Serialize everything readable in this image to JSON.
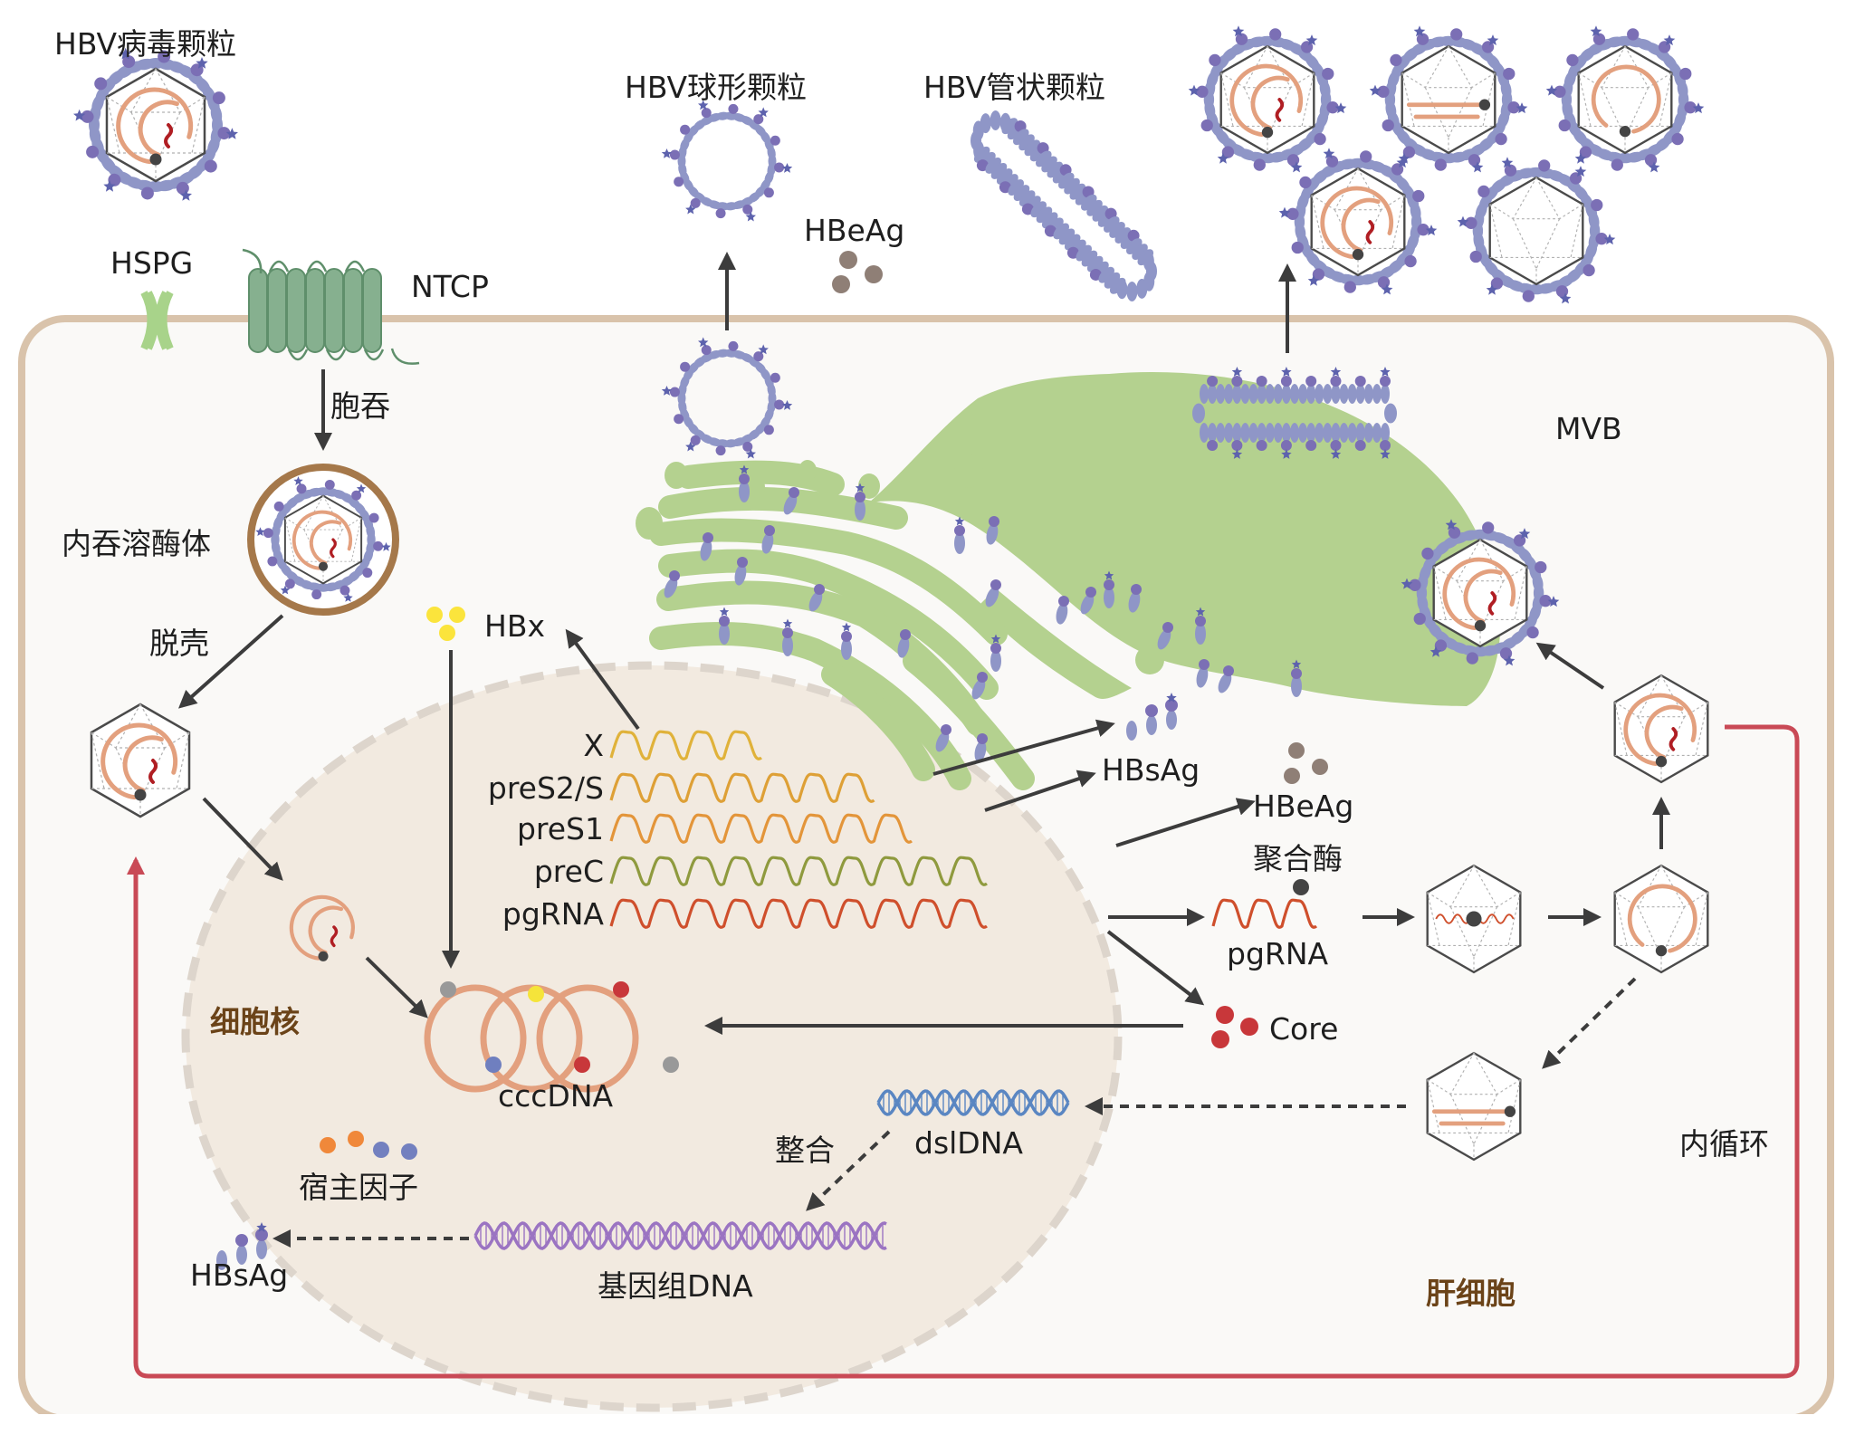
{
  "title": "HBV life cycle in hepatocyte",
  "colors": {
    "cell_membrane": "#d9c3ab",
    "cell_fill": "#faf9f7",
    "nucleus_fill": "#f2eae0",
    "nucleus_border": "#ddd5cc",
    "golgi": "#b4d18f",
    "envelope_protein": "#8f96c7",
    "envelope_protein_dark": "#7b6fb5",
    "capsid_line": "#4a4a4a",
    "rcDNA": "#e3a07e",
    "ntcp": "#86b08f",
    "hspg": "#a8d38a",
    "recycling_arrow": "#c94a56",
    "hbeag": "#8f7f76",
    "hbx": "#fbe43c",
    "core": "#c8373a",
    "dsl_dna": "#5a86c2",
    "genomic_dna": "#9b74c2",
    "arrow": "#3c3c3c",
    "brown_label": "#6b4318"
  },
  "labels": {
    "virion": "HBV病毒颗粒",
    "spherical": "HBV球形颗粒",
    "filamentous": "HBV管状颗粒",
    "hbeag_out": "HBeAg",
    "hspg": "HSPG",
    "ntcp": "NTCP",
    "endocytosis": "胞吞",
    "endolysosome": "内吞溶酶体",
    "uncoating": "脱壳",
    "hbx": "HBx",
    "nucleus": "细胞核",
    "cccdna": "cccDNA",
    "host_factors": "宿主因子",
    "hbsag_inner": "HBsAg",
    "genomic_dna": "基因组DNA",
    "integration": "整合",
    "dsl_dna": "dslDNA",
    "hbsag_mid": "HBsAg",
    "hbeag_mid": "HBeAg",
    "polymerase": "聚合酶",
    "pgrna_out": "pgRNA",
    "core": "Core",
    "mvb": "MVB",
    "recycling": "内循环",
    "hepatocyte": "肝细胞"
  },
  "transcripts": [
    {
      "name": "X",
      "color": "#e0b23a",
      "waves": 4
    },
    {
      "name": "preS2/S",
      "color": "#dea036",
      "waves": 7
    },
    {
      "name": "preS1",
      "color": "#e3953a",
      "waves": 8
    },
    {
      "name": "preC",
      "color": "#8f9a3e",
      "waves": 10
    },
    {
      "name": "pgRNA",
      "color": "#cf4f2c",
      "waves": 10
    }
  ],
  "cccdna_markers": [
    "#999999",
    "#6f7fbf",
    "#f5e43a",
    "#c8373a",
    "#c8373a",
    "#999999"
  ],
  "host_factor_dots": [
    "#f0883a",
    "#f0883a",
    "#7380bf",
    "#7380bf"
  ]
}
